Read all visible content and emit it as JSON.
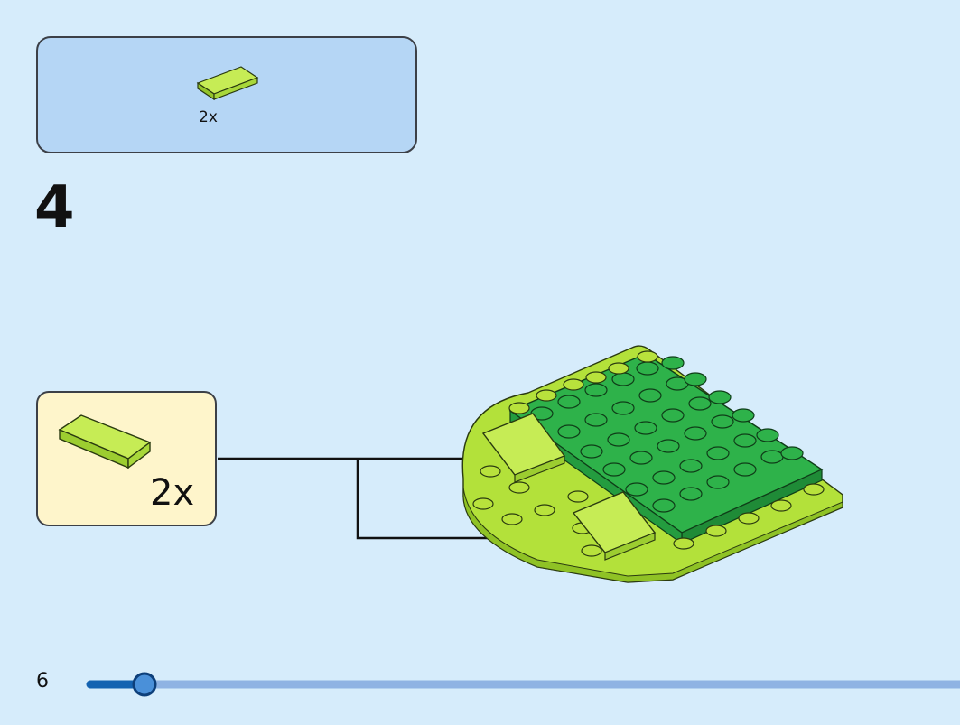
{
  "parts_list": {
    "items": [
      {
        "icon": "lime-flat-tile-1x2",
        "count": "2x"
      }
    ]
  },
  "step": {
    "number": "4"
  },
  "callout": {
    "icon": "lime-flat-tile-1x2",
    "count": "2x"
  },
  "model": {
    "icon": "green-rounded-plate-assembly"
  },
  "page": {
    "number": "6",
    "progress": 0.15
  },
  "colors": {
    "background": "#d6ecfb",
    "parts_box": "#b5d6f5",
    "callout_box": "#fef5cb",
    "lime": "#b5e23a",
    "green": "#2fb34a",
    "progress_track": "#8fb3e3",
    "progress_fill": "#1463b1"
  }
}
